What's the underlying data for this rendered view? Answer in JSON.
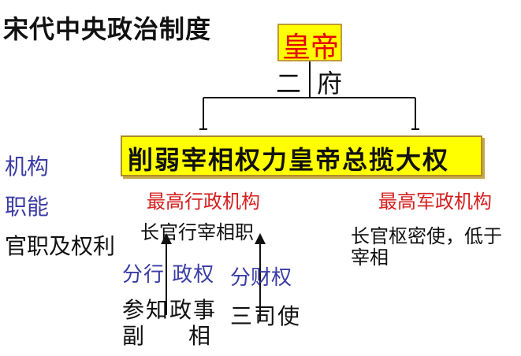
{
  "title": "宋代中央政治制度",
  "emperor": "皇帝",
  "erfu": {
    "left": "二",
    "right": "府"
  },
  "banner": "削弱宰相权力皇帝总揽大权",
  "row_labels": {
    "jigou": "机构",
    "zhineng": "职能",
    "guanzhi": "官职及权利"
  },
  "admin": {
    "heading": "最高行政机构",
    "chief": "长官行宰相职",
    "split_admin": "分行 政权",
    "vice_line1": "参知政事",
    "vice_line2_a": "副",
    "vice_line2_b": "相"
  },
  "finance": {
    "split": "分财权",
    "office": "三司使"
  },
  "military": {
    "heading": "最高军政机构",
    "chief_line1": "长官枢密使，低于",
    "chief_line2": "宰相"
  },
  "colors": {
    "highlight": "#ffff00",
    "heading_red": "#d62020",
    "label_blue": "#3b3ca6",
    "emperor_red": "#e60000"
  }
}
